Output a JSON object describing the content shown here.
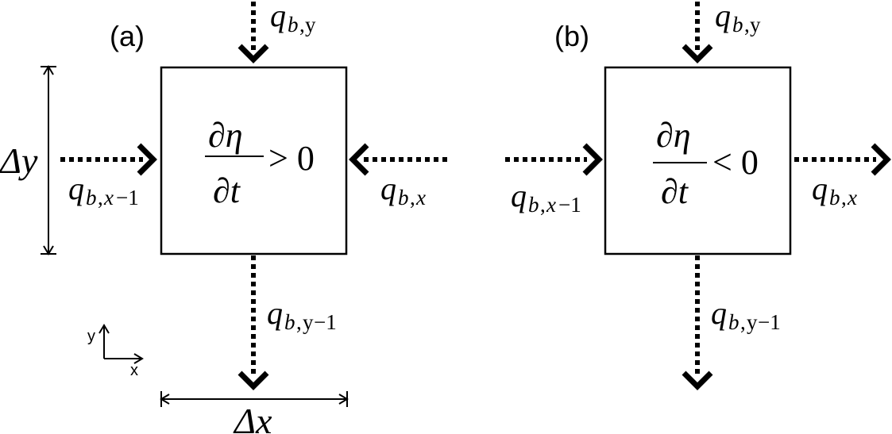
{
  "panels": {
    "a": {
      "label": "(a)",
      "equation": {
        "numerator": "∂η",
        "denominator": "∂t",
        "relation": "> 0"
      },
      "flux_top": {
        "base": "q",
        "sub": "b",
        "comma": ",",
        "dir": "y"
      },
      "flux_bottom": {
        "base": "q",
        "sub": "b",
        "comma": ",",
        "dir": "y",
        "offset": "−1"
      },
      "flux_left": {
        "base": "q",
        "sub": "b",
        "comma": ",",
        "dir": "x",
        "offset": "−1"
      },
      "flux_right": {
        "base": "q",
        "sub": "b",
        "comma": ",",
        "dir": "x"
      },
      "dim_y": "Δy",
      "dim_x": "Δx",
      "axis_y": "y",
      "axis_x": "x"
    },
    "b": {
      "label": "(b)",
      "equation": {
        "numerator": "∂η",
        "denominator": "∂t",
        "relation": "< 0"
      },
      "flux_top": {
        "base": "q",
        "sub": "b",
        "comma": ",",
        "dir": "y"
      },
      "flux_bottom": {
        "base": "q",
        "sub": "b",
        "comma": ",",
        "dir": "y",
        "offset": "−1"
      },
      "flux_left": {
        "base": "q",
        "sub": "b",
        "comma": ",",
        "dir": "x",
        "offset": "−1"
      },
      "flux_right": {
        "base": "q",
        "sub": "b",
        "comma": ",",
        "dir": "x"
      }
    }
  }
}
